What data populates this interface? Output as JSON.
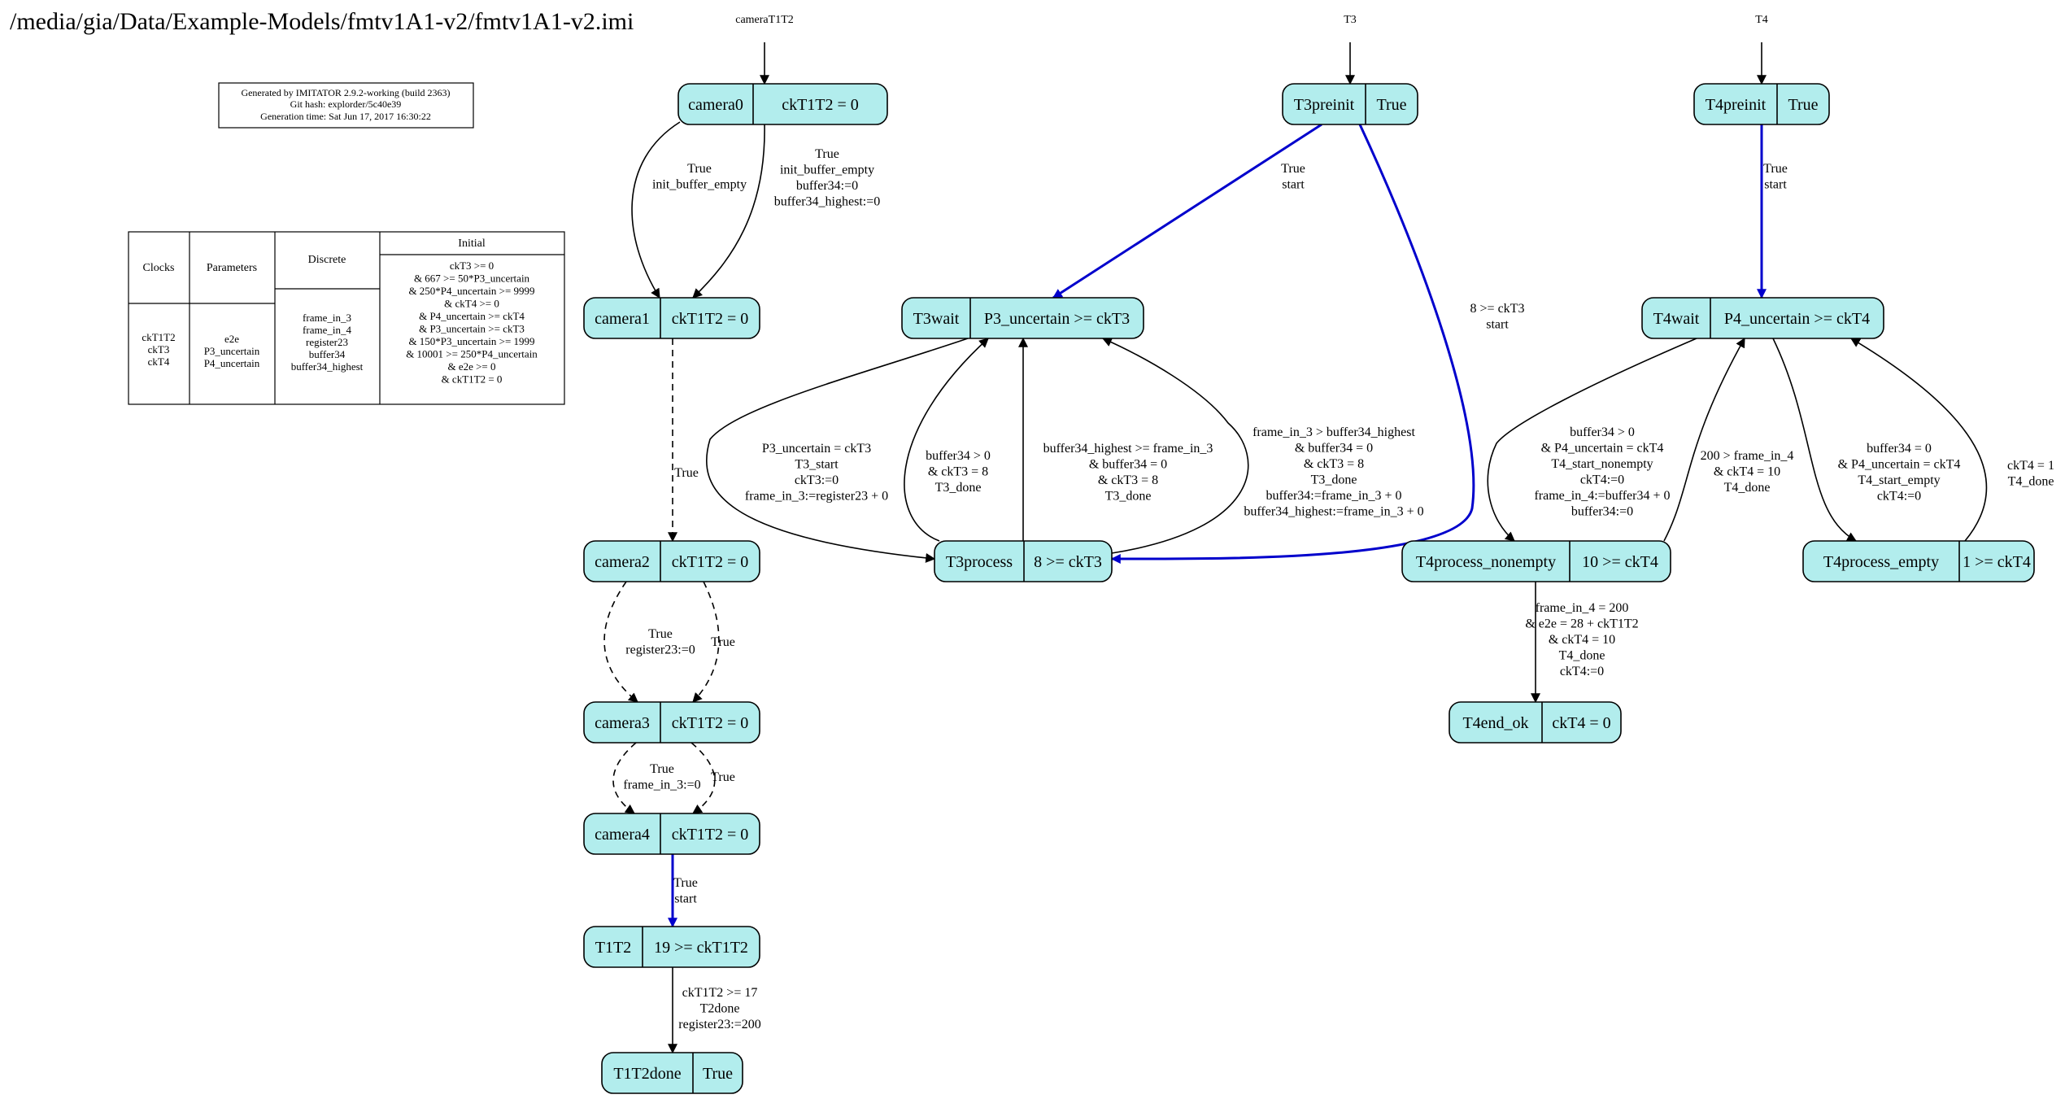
{
  "title": "/media/gia/Data/Example-Models/fmtv1A1-v2/fmtv1A1-v2.imi",
  "info_box": {
    "lines": [
      "Generated by IMITATOR 2.9.2-working (build 2363)",
      "Git hash: explorder/5c40e39",
      "Generation time: Sat Jun 17, 2017 16:30:22"
    ]
  },
  "vars_table": {
    "headers": [
      "Clocks",
      "Parameters",
      "Discrete",
      "Initial"
    ],
    "clocks": [
      "ckT1T2",
      "ckT3",
      "ckT4"
    ],
    "parameters": [
      "e2e",
      "P3_uncertain",
      "P4_uncertain"
    ],
    "discrete": [
      "frame_in_3",
      "frame_in_4",
      "register23",
      "buffer34",
      "buffer34_highest"
    ],
    "initial": [
      "ckT3 >= 0",
      "& 667 >= 50*P3_uncertain",
      "& 250*P4_uncertain >= 9999",
      "& ckT4 >= 0",
      "& P4_uncertain >= ckT4",
      "& P3_uncertain >= ckT3",
      "& 150*P3_uncertain >= 1999",
      "& 10001 >= 250*P4_uncertain",
      "& e2e >= 0",
      "& ckT1T2 = 0"
    ]
  },
  "automata": [
    {
      "id": "cameraT1T2",
      "label": "cameraT1T2"
    },
    {
      "id": "T3",
      "label": "T3"
    },
    {
      "id": "T4",
      "label": "T4"
    }
  ],
  "locations": [
    {
      "id": "camera0",
      "name": "camera0",
      "invariant": "ckT1T2 = 0"
    },
    {
      "id": "camera1",
      "name": "camera1",
      "invariant": "ckT1T2 = 0"
    },
    {
      "id": "camera2",
      "name": "camera2",
      "invariant": "ckT1T2 = 0"
    },
    {
      "id": "camera3",
      "name": "camera3",
      "invariant": "ckT1T2 = 0"
    },
    {
      "id": "camera4",
      "name": "camera4",
      "invariant": "ckT1T2 = 0"
    },
    {
      "id": "T1T2",
      "name": "T1T2",
      "invariant": "19 >= ckT1T2"
    },
    {
      "id": "T1T2done",
      "name": "T1T2done",
      "invariant": "True"
    },
    {
      "id": "T3preinit",
      "name": "T3preinit",
      "invariant": "True"
    },
    {
      "id": "T3wait",
      "name": "T3wait",
      "invariant": "P3_uncertain >= ckT3"
    },
    {
      "id": "T3process",
      "name": "T3process",
      "invariant": "8 >= ckT3"
    },
    {
      "id": "T4preinit",
      "name": "T4preinit",
      "invariant": "True"
    },
    {
      "id": "T4wait",
      "name": "T4wait",
      "invariant": "P4_uncertain >= ckT4"
    },
    {
      "id": "T4process_nonempty",
      "name": "T4process_nonempty",
      "invariant": "10 >= ckT4"
    },
    {
      "id": "T4process_empty",
      "name": "T4process_empty",
      "invariant": "1 >= ckT4"
    },
    {
      "id": "T4end_ok",
      "name": "T4end_ok",
      "invariant": "ckT4 = 0"
    }
  ],
  "edges": [
    {
      "id": "c0_c1_a",
      "from": "camera0",
      "to": "camera1",
      "style": "solid",
      "label": [
        "True",
        "init_buffer_empty"
      ]
    },
    {
      "id": "c0_c1_b",
      "from": "camera0",
      "to": "camera1",
      "style": "solid",
      "label": [
        "True",
        "init_buffer_empty",
        "buffer34:=0",
        "buffer34_highest:=0"
      ]
    },
    {
      "id": "c1_c2",
      "from": "camera1",
      "to": "camera2",
      "style": "dashed",
      "label": [
        "True"
      ]
    },
    {
      "id": "c2_c3_a",
      "from": "camera2",
      "to": "camera3",
      "style": "dashed",
      "label": [
        "True",
        "register23:=0"
      ]
    },
    {
      "id": "c2_c3_b",
      "from": "camera2",
      "to": "camera3",
      "style": "dashed",
      "label": [
        "True"
      ]
    },
    {
      "id": "c3_c4_a",
      "from": "camera3",
      "to": "camera4",
      "style": "dashed",
      "label": [
        "True",
        "frame_in_3:=0"
      ]
    },
    {
      "id": "c3_c4_b",
      "from": "camera3",
      "to": "camera4",
      "style": "dashed",
      "label": [
        "True"
      ]
    },
    {
      "id": "c4_t1t2",
      "from": "camera4",
      "to": "T1T2",
      "style": "blue",
      "label": [
        "True",
        "start"
      ]
    },
    {
      "id": "t1t2_done",
      "from": "T1T2",
      "to": "T1T2done",
      "style": "solid",
      "label": [
        "ckT1T2 >= 17",
        "T2done",
        "register23:=200"
      ]
    },
    {
      "id": "t3pre_wait",
      "from": "T3preinit",
      "to": "T3wait",
      "style": "blue",
      "label": [
        "True",
        "start"
      ]
    },
    {
      "id": "t3pre_proc",
      "from": "T3preinit",
      "to": "T3process",
      "style": "blue",
      "label": [
        "8 >= ckT3",
        "start"
      ]
    },
    {
      "id": "t3wait_proc",
      "from": "T3wait",
      "to": "T3process",
      "style": "solid",
      "label": [
        "P3_uncertain = ckT3",
        "T3_start",
        "ckT3:=0",
        "frame_in_3:=register23 + 0"
      ]
    },
    {
      "id": "t3proc_wait_a",
      "from": "T3process",
      "to": "T3wait",
      "style": "solid",
      "label": [
        "buffer34 > 0",
        "&  ckT3 = 8",
        "T3_done"
      ]
    },
    {
      "id": "t3proc_wait_b",
      "from": "T3process",
      "to": "T3wait",
      "style": "solid",
      "label": [
        "buffer34_highest >= frame_in_3",
        "& buffer34 = 0",
        "&  ckT3 = 8",
        "T3_done"
      ]
    },
    {
      "id": "t3proc_wait_c",
      "from": "T3process",
      "to": "T3wait",
      "style": "solid",
      "label": [
        "frame_in_3 > buffer34_highest",
        "& buffer34 = 0",
        "&  ckT3 = 8",
        "T3_done",
        "buffer34:=frame_in_3 + 0",
        "buffer34_highest:=frame_in_3 + 0"
      ]
    },
    {
      "id": "t4pre_wait",
      "from": "T4preinit",
      "to": "T4wait",
      "style": "blue",
      "label": [
        "True",
        "start"
      ]
    },
    {
      "id": "t4wait_ne",
      "from": "T4wait",
      "to": "T4process_nonempty",
      "style": "solid",
      "label": [
        "buffer34 > 0",
        "&  P4_uncertain = ckT4",
        "T4_start_nonempty",
        "ckT4:=0",
        "frame_in_4:=buffer34 + 0",
        "buffer34:=0"
      ]
    },
    {
      "id": "t4ne_wait",
      "from": "T4process_nonempty",
      "to": "T4wait",
      "style": "solid",
      "label": [
        "200 > frame_in_4",
        "&  ckT4 = 10",
        "T4_done"
      ]
    },
    {
      "id": "t4wait_e",
      "from": "T4wait",
      "to": "T4process_empty",
      "style": "solid",
      "label": [
        "buffer34 = 0",
        "&  P4_uncertain = ckT4",
        "T4_start_empty",
        "ckT4:=0"
      ]
    },
    {
      "id": "t4e_wait",
      "from": "T4process_empty",
      "to": "T4wait",
      "style": "solid",
      "label": [
        "ckT4 = 1",
        "T4_done"
      ]
    },
    {
      "id": "t4ne_end",
      "from": "T4process_nonempty",
      "to": "T4end_ok",
      "style": "solid",
      "label": [
        "frame_in_4 = 200",
        "&  e2e = 28 + ckT1T2",
        "& ckT4 = 10",
        "T4_done",
        "ckT4:=0"
      ]
    }
  ],
  "colors": {
    "node_fill": "#b2eded",
    "node_stroke": "#000000",
    "edge": "#000000",
    "highlight_edge": "#0000cc"
  }
}
